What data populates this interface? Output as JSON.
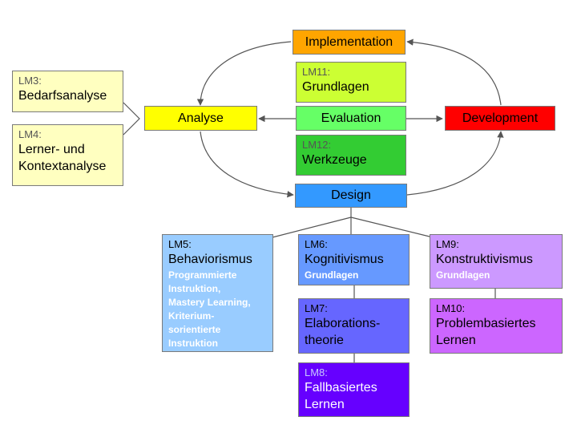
{
  "phases": {
    "implementation": "Implementation",
    "analyse": "Analyse",
    "evaluation": "Evaluation",
    "development": "Development",
    "design": "Design"
  },
  "modules": {
    "lm3": {
      "code": "LM3:",
      "title": "Bedarfsanalyse"
    },
    "lm4": {
      "code": "LM4:",
      "title_line1": "Lerner- und",
      "title_line2": "Kontextanalyse"
    },
    "lm11": {
      "code": "LM11:",
      "title": "Grundlagen"
    },
    "lm12": {
      "code": "LM12:",
      "title": "Werkzeuge"
    },
    "lm5": {
      "code": "LM5:",
      "title": "Behaviorismus",
      "sub_lines": [
        "Programmierte",
        "Instruktion,",
        "Mastery Learning,",
        "Kriterium-",
        "sorientierte",
        "Instruktion"
      ]
    },
    "lm6": {
      "code": "LM6:",
      "title": "Kognitivismus",
      "sub": "Grundlagen"
    },
    "lm7": {
      "code": "LM7:",
      "title_line1": "Elaborations-",
      "title_line2": "theorie"
    },
    "lm8": {
      "code": "LM8:",
      "title_line1": "Fallbasiertes",
      "title_line2": "Lernen"
    },
    "lm9": {
      "code": "LM9:",
      "title": "Konstruktivismus",
      "sub": "Grundlagen"
    },
    "lm10": {
      "code": "LM10:",
      "title_line1": "Problembasiertes",
      "title_line2": "Lernen"
    }
  },
  "colors": {
    "implementation": "#FFA500",
    "analyse": "#FFFF00",
    "evaluation": "#66FF66",
    "development": "#FF0000",
    "design": "#3399FF",
    "lm3": "#FFFFC0",
    "lm4": "#FFFFC0",
    "lm11": "#CCFF33",
    "lm12": "#33CC33",
    "lm5": "#99CCFF",
    "lm6": "#6699FF",
    "lm7": "#6666FF",
    "lm8": "#6600FF",
    "lm9": "#CC99FF",
    "lm10": "#CC66FF",
    "lines": "#555555"
  }
}
